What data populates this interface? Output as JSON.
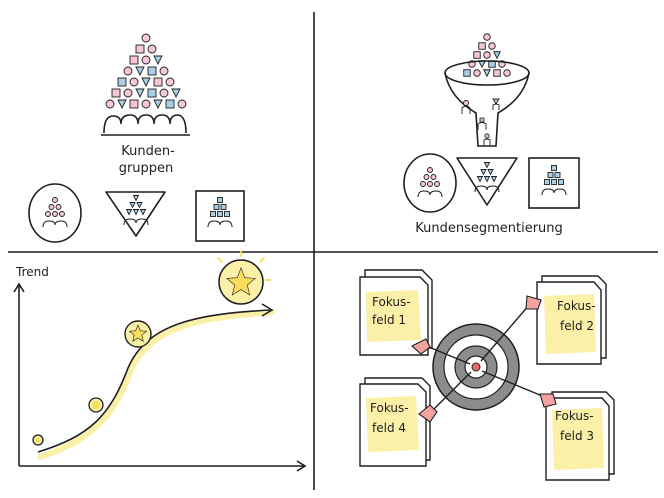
{
  "quadrant_top_left": {
    "label_line1": "Kunden-",
    "label_line2": "gruppen"
  },
  "quadrant_top_right": {
    "label": "Kundensegmentierung"
  },
  "quadrant_bottom_left": {
    "y_axis_label": "Trend"
  },
  "quadrant_bottom_right": {
    "notes": [
      {
        "line1": "Fokus-",
        "line2": "feld 1"
      },
      {
        "line1": "Fokus-",
        "line2": "feld 2"
      },
      {
        "line1": "Fokus-",
        "line2": "feld 3"
      },
      {
        "line1": "Fokus-",
        "line2": "feld 4"
      }
    ]
  },
  "colors": {
    "pink": "#f6c6d6",
    "blue": "#a9cfe6",
    "yellow": "#f7de5c",
    "pale_yellow": "#fbf0a8",
    "gray": "#8c8c8c",
    "dark_gray": "#555555",
    "red": "#e86a6a",
    "salmon": "#f4a4a0",
    "ink": "#1f1f1f"
  }
}
